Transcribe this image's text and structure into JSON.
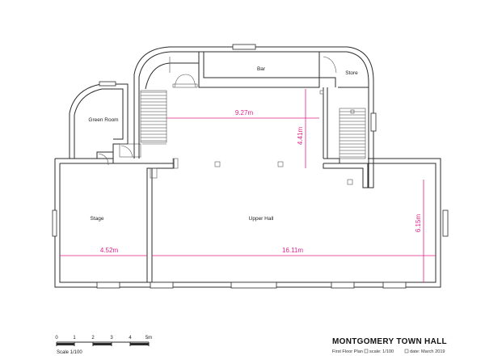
{
  "title": "MONTGOMERY TOWN HALL",
  "subtitle": {
    "plan": "First Floor Plan",
    "scale": "scale: 1/100",
    "date": "date: March 2019"
  },
  "rooms": {
    "bar": "Bar",
    "store": "Store",
    "green_room": "Green Room",
    "stage": "Stage",
    "upper_hall": "Upper Hall"
  },
  "dimensions": {
    "bar_width": "9.27m",
    "bar_depth": "4.41m",
    "stage_width": "4.52m",
    "hall_width": "16.11m",
    "hall_depth": "6.15m"
  },
  "scale_bar": {
    "ticks": [
      "0",
      "1",
      "2",
      "3",
      "4",
      "5m"
    ],
    "label": "Scale 1/100"
  },
  "colors": {
    "dimension": "#e0218a",
    "wall": "#2b2b2b"
  }
}
